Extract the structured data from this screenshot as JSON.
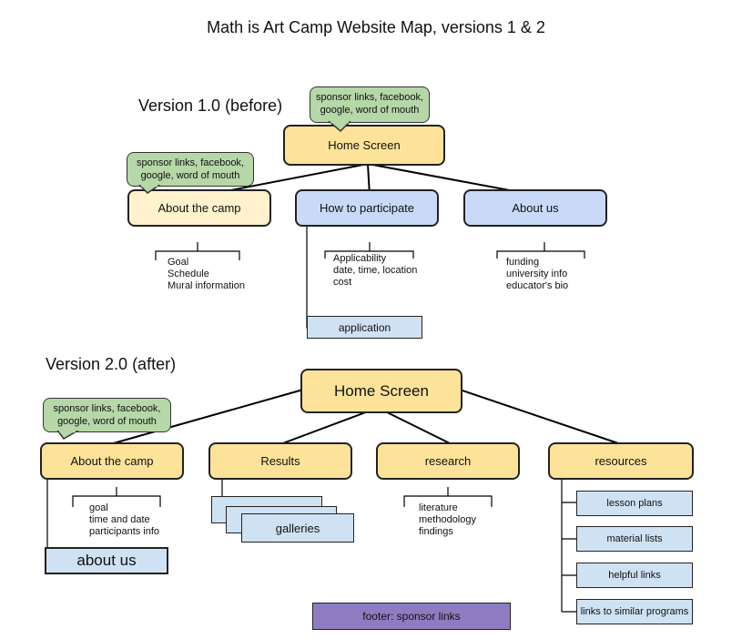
{
  "title": "Math is Art Camp Website Map, versions 1 & 2",
  "v1": {
    "label": "Version 1.0 (before)",
    "sponsor_bubble_home": "sponsor links, facebook, google, word of mouth",
    "sponsor_bubble_about": "sponsor links, facebook, google, word of mouth",
    "home": "Home Screen",
    "about_camp": "About the camp",
    "how_participate": "How to participate",
    "about_us": "About us",
    "about_camp_items": [
      "Goal",
      "Schedule",
      "Mural information"
    ],
    "participate_items": [
      "Applicability",
      "date, time, location",
      "cost"
    ],
    "about_us_items": [
      "funding",
      "university info",
      "educator's bio"
    ],
    "application": "application"
  },
  "v2": {
    "label": "Version 2.0 (after)",
    "sponsor_bubble_about": "sponsor links, facebook, google, word of mouth",
    "home": "Home Screen",
    "about_camp": "About the camp",
    "results": "Results",
    "research": "research",
    "resources": "resources",
    "about_camp_items": [
      "goal",
      "time and date",
      "participants info"
    ],
    "research_items": [
      "literature",
      "methodology",
      "findings"
    ],
    "galleries": "galleries",
    "about_us": "about us",
    "resources_items": [
      "lesson plans",
      "material lists",
      "helpful links",
      "links to similar programs"
    ],
    "footer": "footer: sponsor links"
  },
  "colors": {
    "yellow": "#fde399",
    "light_yellow": "#fff2cc",
    "blue": "#c9daf8",
    "light_blue": "#cfe2f3",
    "green": "#b6d7a8",
    "purple": "#8e7cc3"
  }
}
